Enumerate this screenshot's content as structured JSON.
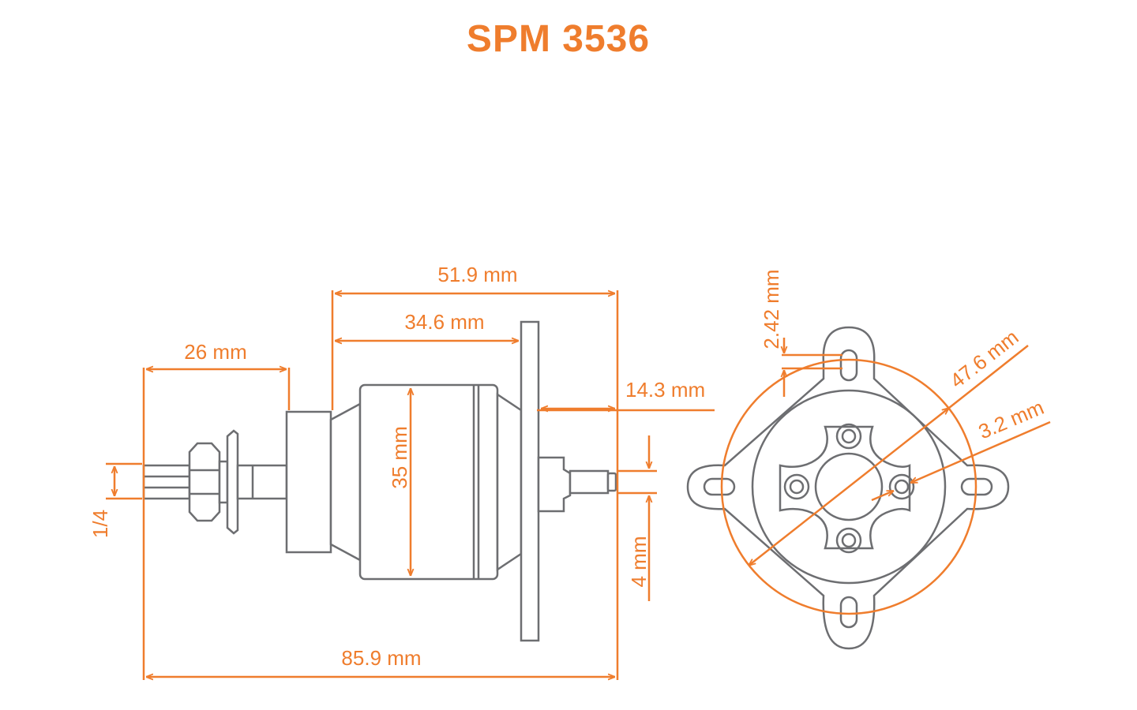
{
  "title": "SPM 3536",
  "colors": {
    "accent": "#ef7d2d",
    "line": "#6d6e71",
    "background": "#ffffff"
  },
  "dimensions": {
    "overall_length": "85.9 mm",
    "can_to_mount": "51.9 mm",
    "can_length": "34.6 mm",
    "front_shaft": "26 mm",
    "rear_shaft": "14.3 mm",
    "can_diameter": "35 mm",
    "prop_shaft_thread": "1/4",
    "rear_shaft_diameter": "4 mm",
    "mount_offset": "2.42 mm",
    "bolt_circle": "47.6 mm",
    "hole_diameter": "3.2 mm"
  }
}
